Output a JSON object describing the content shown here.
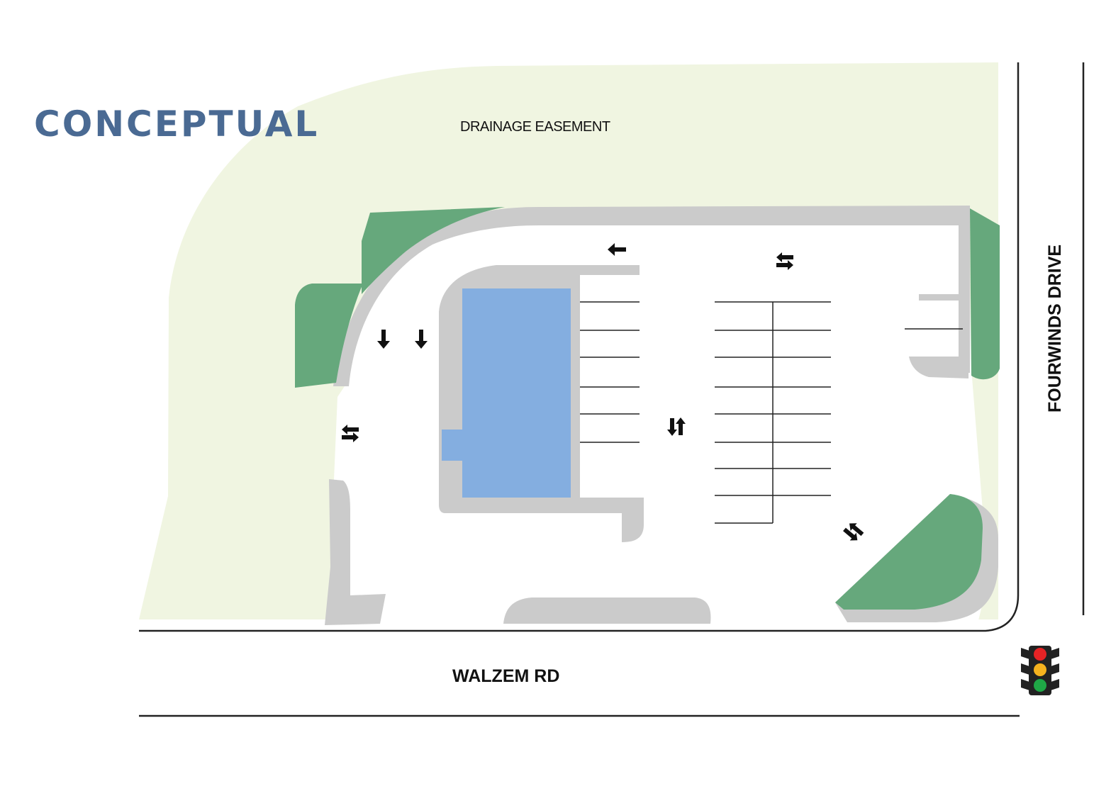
{
  "map": {
    "title": "CONCEPTUAL",
    "labels": {
      "drainage_easement": "DRAINAGE EASEMENT",
      "road_south": "WALZEM RD",
      "road_east": "FOURWINDS DRIVE"
    },
    "icons": {
      "traffic_signal": "traffic-signal-icon",
      "arrow_one_way": "arrow-left-icon",
      "arrow_down": "arrow-down-icon",
      "arrow_two_way": "two-way-arrow-icon"
    },
    "colors": {
      "title": "#4a6a93",
      "easement": "#f0f5e1",
      "landscape": "#66a87c",
      "curb": "#cbcbcb",
      "pavement": "#ffffff",
      "building": "#84aee0",
      "road_line": "#222222",
      "signal_red": "#e62325",
      "signal_yellow": "#f5b21e",
      "signal_green": "#1fa746"
    }
  }
}
